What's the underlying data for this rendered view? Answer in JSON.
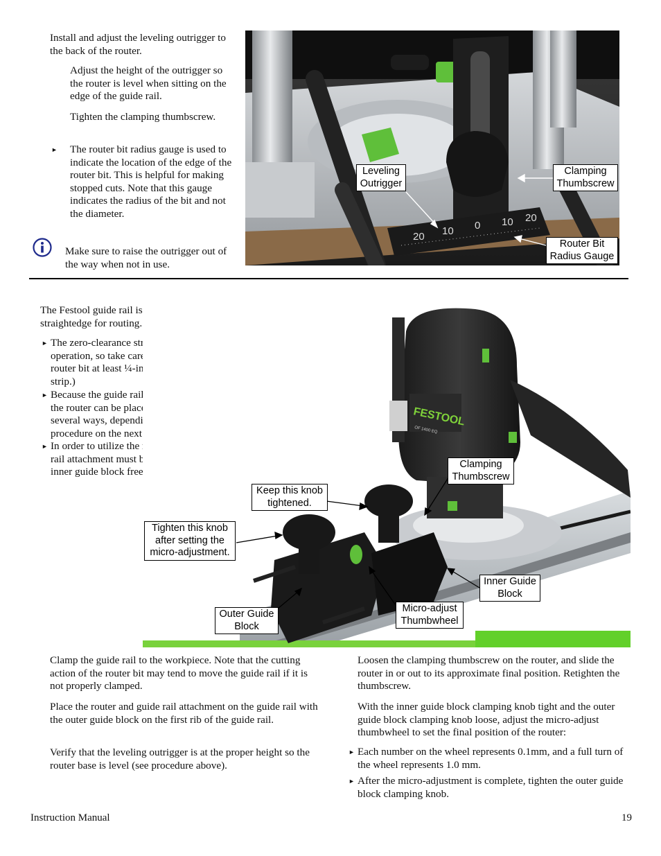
{
  "section1": {
    "intro": "Install and adjust the leveling outrigger to the back of the router.",
    "step1": "Adjust the height of the outrigger so the router is level when sitting on the edge of the guide rail.",
    "step2": "Tighten the clamping thumbscrew.",
    "bullet1": "The router bit radius gauge is used to indicate the location of the edge of the router bit. This is helpful for making stopped cuts. Note that this gauge indicates the radius of the bit and not the diameter.",
    "note": "Make sure to raise the outrigger out of the way when not in use.",
    "note_icon": "info-icon",
    "photo": {
      "callouts": {
        "leveling_outrigger": "Leveling\nOutrigger",
        "clamping_thumbscrew": "Clamping\nThumbscrew",
        "router_bit_radius_gauge": "Router Bit\nRadius Gauge"
      },
      "gauge_numbers": [
        "20",
        "10",
        "0",
        "10",
        "20"
      ]
    }
  },
  "section2": {
    "intro": "The Festool guide rail is used as a convenient straightedge for routing.",
    "bullets": [
      "The zero-clearance strip does not serve a purpose for this operation, so take care not to cut into the strip. (Keep the router bit at least ¼-inch away from the zero-clearance strip.)",
      "Because the guide rail is simply serving as a straightedge, the router can be placed on the guide rail in any one of several ways, depending on the need. (Also refer to the procedure on the next page.)",
      "In order to utilize the micro-adjustment feature, the guide rail attachment must be installed on the guide rail with the inner guide block free to move, as shown."
    ],
    "photo": {
      "brand": "FESTOOL",
      "model": "OF 1400 EQ",
      "callouts": {
        "clamping_thumbscrew": "Clamping\nThumbscrew",
        "keep_knob": "Keep this knob\ntightened.",
        "tighten_knob": "Tighten this knob\nafter setting the\nmicro-adjustment.",
        "inner_guide_block": "Inner Guide\nBlock",
        "outer_guide_block": "Outer Guide\nBlock",
        "micro_adjust": "Micro-adjust\nThumbwheel"
      }
    }
  },
  "section3": {
    "left": [
      "Clamp the guide rail to the workpiece. Note that the cutting action of the router bit may tend to move the guide rail if it is not properly clamped.",
      "Place the router and guide rail attachment on the guide rail with the outer guide block on the first rib of the guide rail.",
      "Verify that the leveling outrigger is at the proper height so the router base is level (see procedure above)."
    ],
    "right": {
      "p1": "Loosen the clamping thumbscrew on the router, and slide the router in or out to its approximate final position. Retighten the thumbscrew.",
      "p2": "With the inner guide block clamping knob tight and the outer guide block clamping knob loose, adjust the micro-adjust thumbwheel to set the final position of the router:",
      "bullets": [
        "Each number on the wheel represents 0.1mm, and a full turn of the wheel represents 1.0 mm.",
        "After the micro-adjustment is complete, tighten the outer guide block clamping knob."
      ]
    }
  },
  "footer": {
    "left": "Instruction Manual",
    "page_number": "19"
  },
  "bullet_glyph": "►"
}
